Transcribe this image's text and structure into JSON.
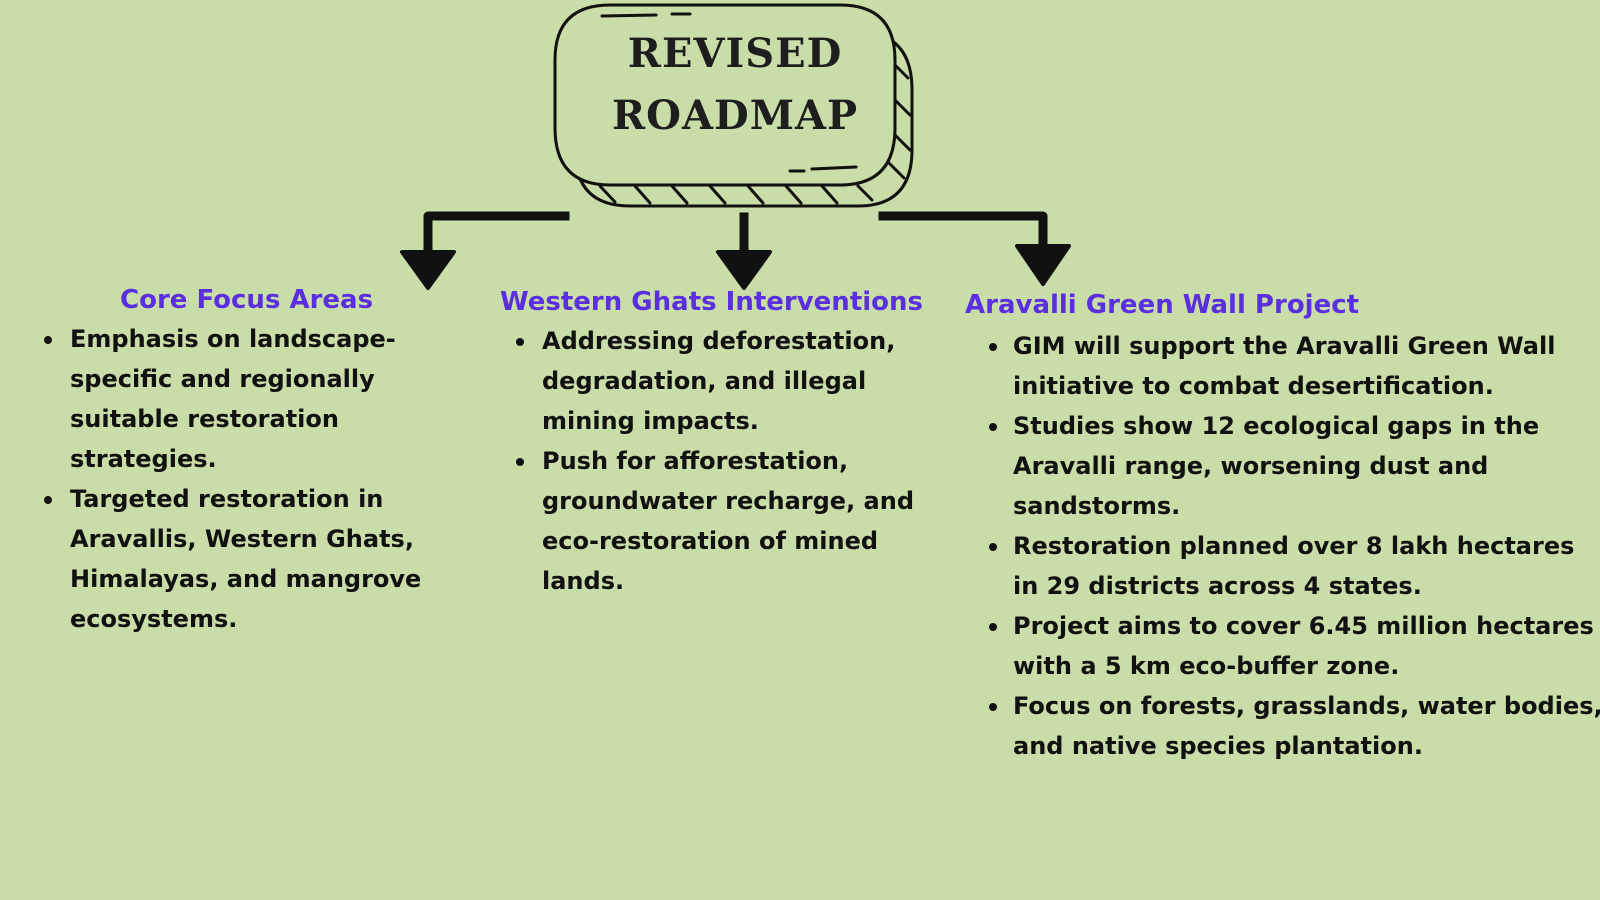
{
  "title": {
    "line1": "REVISED",
    "line2": "ROADMAP"
  },
  "columns": [
    {
      "heading": "Core Focus Areas",
      "items": [
        "Emphasis on landscape-specific and regionally suitable restoration strategies.",
        "Targeted restoration in Aravallis, Western Ghats, Himalayas, and mangrove ecosystems."
      ]
    },
    {
      "heading": "Western Ghats Interventions",
      "items": [
        "Addressing deforestation, degradation, and illegal mining impacts.",
        "Push for afforestation, groundwater recharge, and eco-restoration of mined lands."
      ]
    },
    {
      "heading": "Aravalli Green Wall Project",
      "items": [
        "GIM will support the Aravalli Green Wall initiative to combat desertification.",
        "Studies show 12 ecological gaps in the Aravalli range, worsening dust and sandstorms.",
        "Restoration planned over 8 lakh hectares in 29 districts across 4 states.",
        "Project aims to cover 6.45 million hectares with a 5 km eco-buffer zone.",
        "Focus on forests, grasslands, water bodies, and native species plantation."
      ]
    }
  ],
  "colors": {
    "background": "#c9dda8",
    "heading": "#5b2ee0",
    "text": "#111111",
    "stroke": "#111111"
  }
}
